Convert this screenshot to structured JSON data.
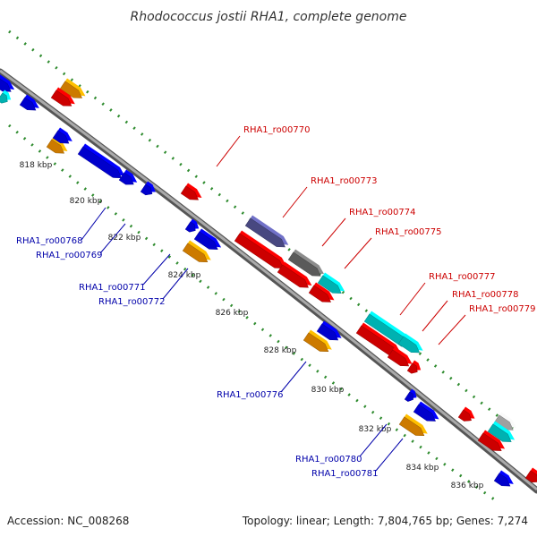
{
  "title": "Rhodococcus jostii RHA1, complete genome",
  "footer": {
    "accession": "Accession: NC_008268",
    "topology": "Topology: linear; Length: 7,804,765 bp; Genes: 7,274"
  },
  "colors": {
    "backbone": "#888888",
    "dots": "#2e8b2e",
    "red": "#ff0000",
    "blue": "#0000ff",
    "orange": "#ff9900",
    "cyan": "#00dddd",
    "purple": "#5a5aa0",
    "gray": "#707070",
    "lightgray": "#c8c8c8",
    "label_top": "#cc0000",
    "label_bottom": "#0000aa"
  },
  "ticks": [
    "818 kbp",
    "820 kbp",
    "822 kbp",
    "824 kbp",
    "826 kbp",
    "828 kbp",
    "830 kbp",
    "832 kbp",
    "834 kbp",
    "836 kbp"
  ],
  "labels_top": [
    "RHA1_ro00770",
    "RHA1_ro00773",
    "RHA1_ro00774",
    "RHA1_ro00775",
    "RHA1_ro00777",
    "RHA1_ro00778",
    "RHA1_ro00779"
  ],
  "labels_bottom": [
    "RHA1_ro00768",
    "RHA1_ro00769",
    "RHA1_ro00771",
    "RHA1_ro00772",
    "RHA1_ro00776",
    "RHA1_ro00780",
    "RHA1_ro00781"
  ]
}
